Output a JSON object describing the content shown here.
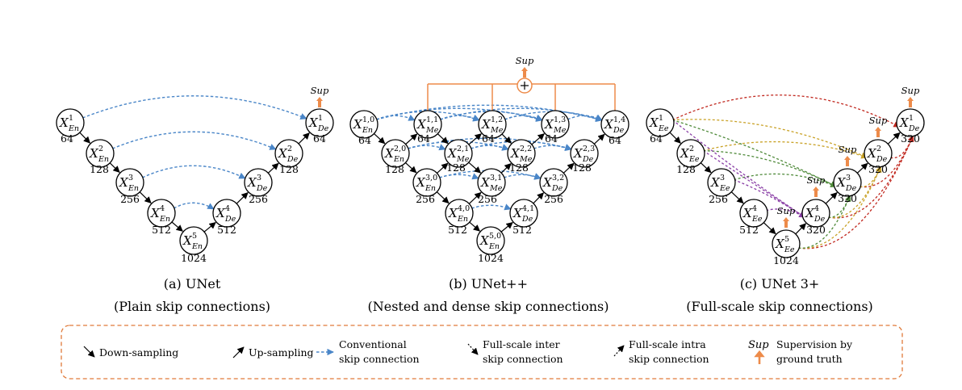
{
  "colors": {
    "conventional_skip": "#4a86c8",
    "supervision": "#ed8b4a",
    "legend_border": "#e07a3a",
    "intra_a": "#c1281f",
    "intra_b": "#c9a227",
    "inter_a": "#4f8a3a",
    "inter_b": "#8a3fa6"
  },
  "panels": [
    {
      "id": "unet",
      "caption": "(a) UNet",
      "subcaption": "(Plain skip connections)",
      "sup_label": "Sup",
      "nodes": [
        {
          "id": "en1",
          "base": "X",
          "sub": "En",
          "sup": "1",
          "num": "64"
        },
        {
          "id": "en2",
          "base": "X",
          "sub": "En",
          "sup": "2",
          "num": "128"
        },
        {
          "id": "en3",
          "base": "X",
          "sub": "En",
          "sup": "3",
          "num": "256"
        },
        {
          "id": "en4",
          "base": "X",
          "sub": "En",
          "sup": "4",
          "num": "512"
        },
        {
          "id": "en5",
          "base": "X",
          "sub": "En",
          "sup": "5",
          "num": "1024"
        },
        {
          "id": "de4",
          "base": "X",
          "sub": "De",
          "sup": "4",
          "num": "512"
        },
        {
          "id": "de3",
          "base": "X",
          "sub": "De",
          "sup": "3",
          "num": "256"
        },
        {
          "id": "de2",
          "base": "X",
          "sub": "De",
          "sup": "2",
          "num": "128"
        },
        {
          "id": "de1",
          "base": "X",
          "sub": "De",
          "sup": "1",
          "num": "64"
        }
      ]
    },
    {
      "id": "unetpp",
      "caption": "(b) UNet++",
      "subcaption": "(Nested and dense skip connections)",
      "sup_label": "Sup",
      "nodes": [
        {
          "id": "n10",
          "base": "X",
          "sub": "En",
          "sup": "1,0",
          "num": "64"
        },
        {
          "id": "n11",
          "base": "X",
          "sub": "Me",
          "sup": "1,1",
          "num": "64"
        },
        {
          "id": "n12",
          "base": "X",
          "sub": "Me",
          "sup": "1,2",
          "num": "64"
        },
        {
          "id": "n13",
          "base": "X",
          "sub": "Me",
          "sup": "1,3",
          "num": "64"
        },
        {
          "id": "n14",
          "base": "X",
          "sub": "De",
          "sup": "1,4",
          "num": "64"
        },
        {
          "id": "n20",
          "base": "X",
          "sub": "En",
          "sup": "2,0",
          "num": "128"
        },
        {
          "id": "n21",
          "base": "X",
          "sub": "Me",
          "sup": "2,1",
          "num": "128"
        },
        {
          "id": "n22",
          "base": "X",
          "sub": "Me",
          "sup": "2,2",
          "num": "128"
        },
        {
          "id": "n23",
          "base": "X",
          "sub": "De",
          "sup": "2,3",
          "num": "128"
        },
        {
          "id": "n30",
          "base": "X",
          "sub": "En",
          "sup": "3,0",
          "num": "256"
        },
        {
          "id": "n31",
          "base": "X",
          "sub": "Me",
          "sup": "3,1",
          "num": "256"
        },
        {
          "id": "n32",
          "base": "X",
          "sub": "De",
          "sup": "3,2",
          "num": "256"
        },
        {
          "id": "n40",
          "base": "X",
          "sub": "En",
          "sup": "4,0",
          "num": "512"
        },
        {
          "id": "n41",
          "base": "X",
          "sub": "De",
          "sup": "4,1",
          "num": "512"
        },
        {
          "id": "n50",
          "base": "X",
          "sub": "En",
          "sup": "5,0",
          "num": "1024"
        }
      ]
    },
    {
      "id": "unet3p",
      "caption": "(c) UNet 3+",
      "subcaption": "(Full-scale skip connections)",
      "sup_label": "Sup",
      "nodes": [
        {
          "id": "ee1",
          "base": "X",
          "sub": "Ee",
          "sup": "1",
          "num": "64"
        },
        {
          "id": "ee2",
          "base": "X",
          "sub": "Ee",
          "sup": "2",
          "num": "128"
        },
        {
          "id": "ee3",
          "base": "X",
          "sub": "Ee",
          "sup": "3",
          "num": "256"
        },
        {
          "id": "ee4",
          "base": "X",
          "sub": "Ee",
          "sup": "4",
          "num": "512"
        },
        {
          "id": "ee5",
          "base": "X",
          "sub": "Ee",
          "sup": "5",
          "num": "1024"
        },
        {
          "id": "de4",
          "base": "X",
          "sub": "De",
          "sup": "4",
          "num": "320"
        },
        {
          "id": "de3",
          "base": "X",
          "sub": "De",
          "sup": "3",
          "num": "320"
        },
        {
          "id": "de2",
          "base": "X",
          "sub": "De",
          "sup": "2",
          "num": "320"
        },
        {
          "id": "de1",
          "base": "X",
          "sub": "De",
          "sup": "1",
          "num": "320"
        }
      ]
    }
  ],
  "legend": {
    "down": "Down-sampling",
    "up": "Up-sampling",
    "conventional_1": "Conventional",
    "conventional_2": "skip connection",
    "inter_1": "Full-scale inter",
    "inter_2": "skip connection",
    "intra_1": "Full-scale intra",
    "intra_2": "skip connection",
    "sup_symbol": "Sup",
    "sup_1": "Supervision by",
    "sup_2": "ground truth"
  }
}
